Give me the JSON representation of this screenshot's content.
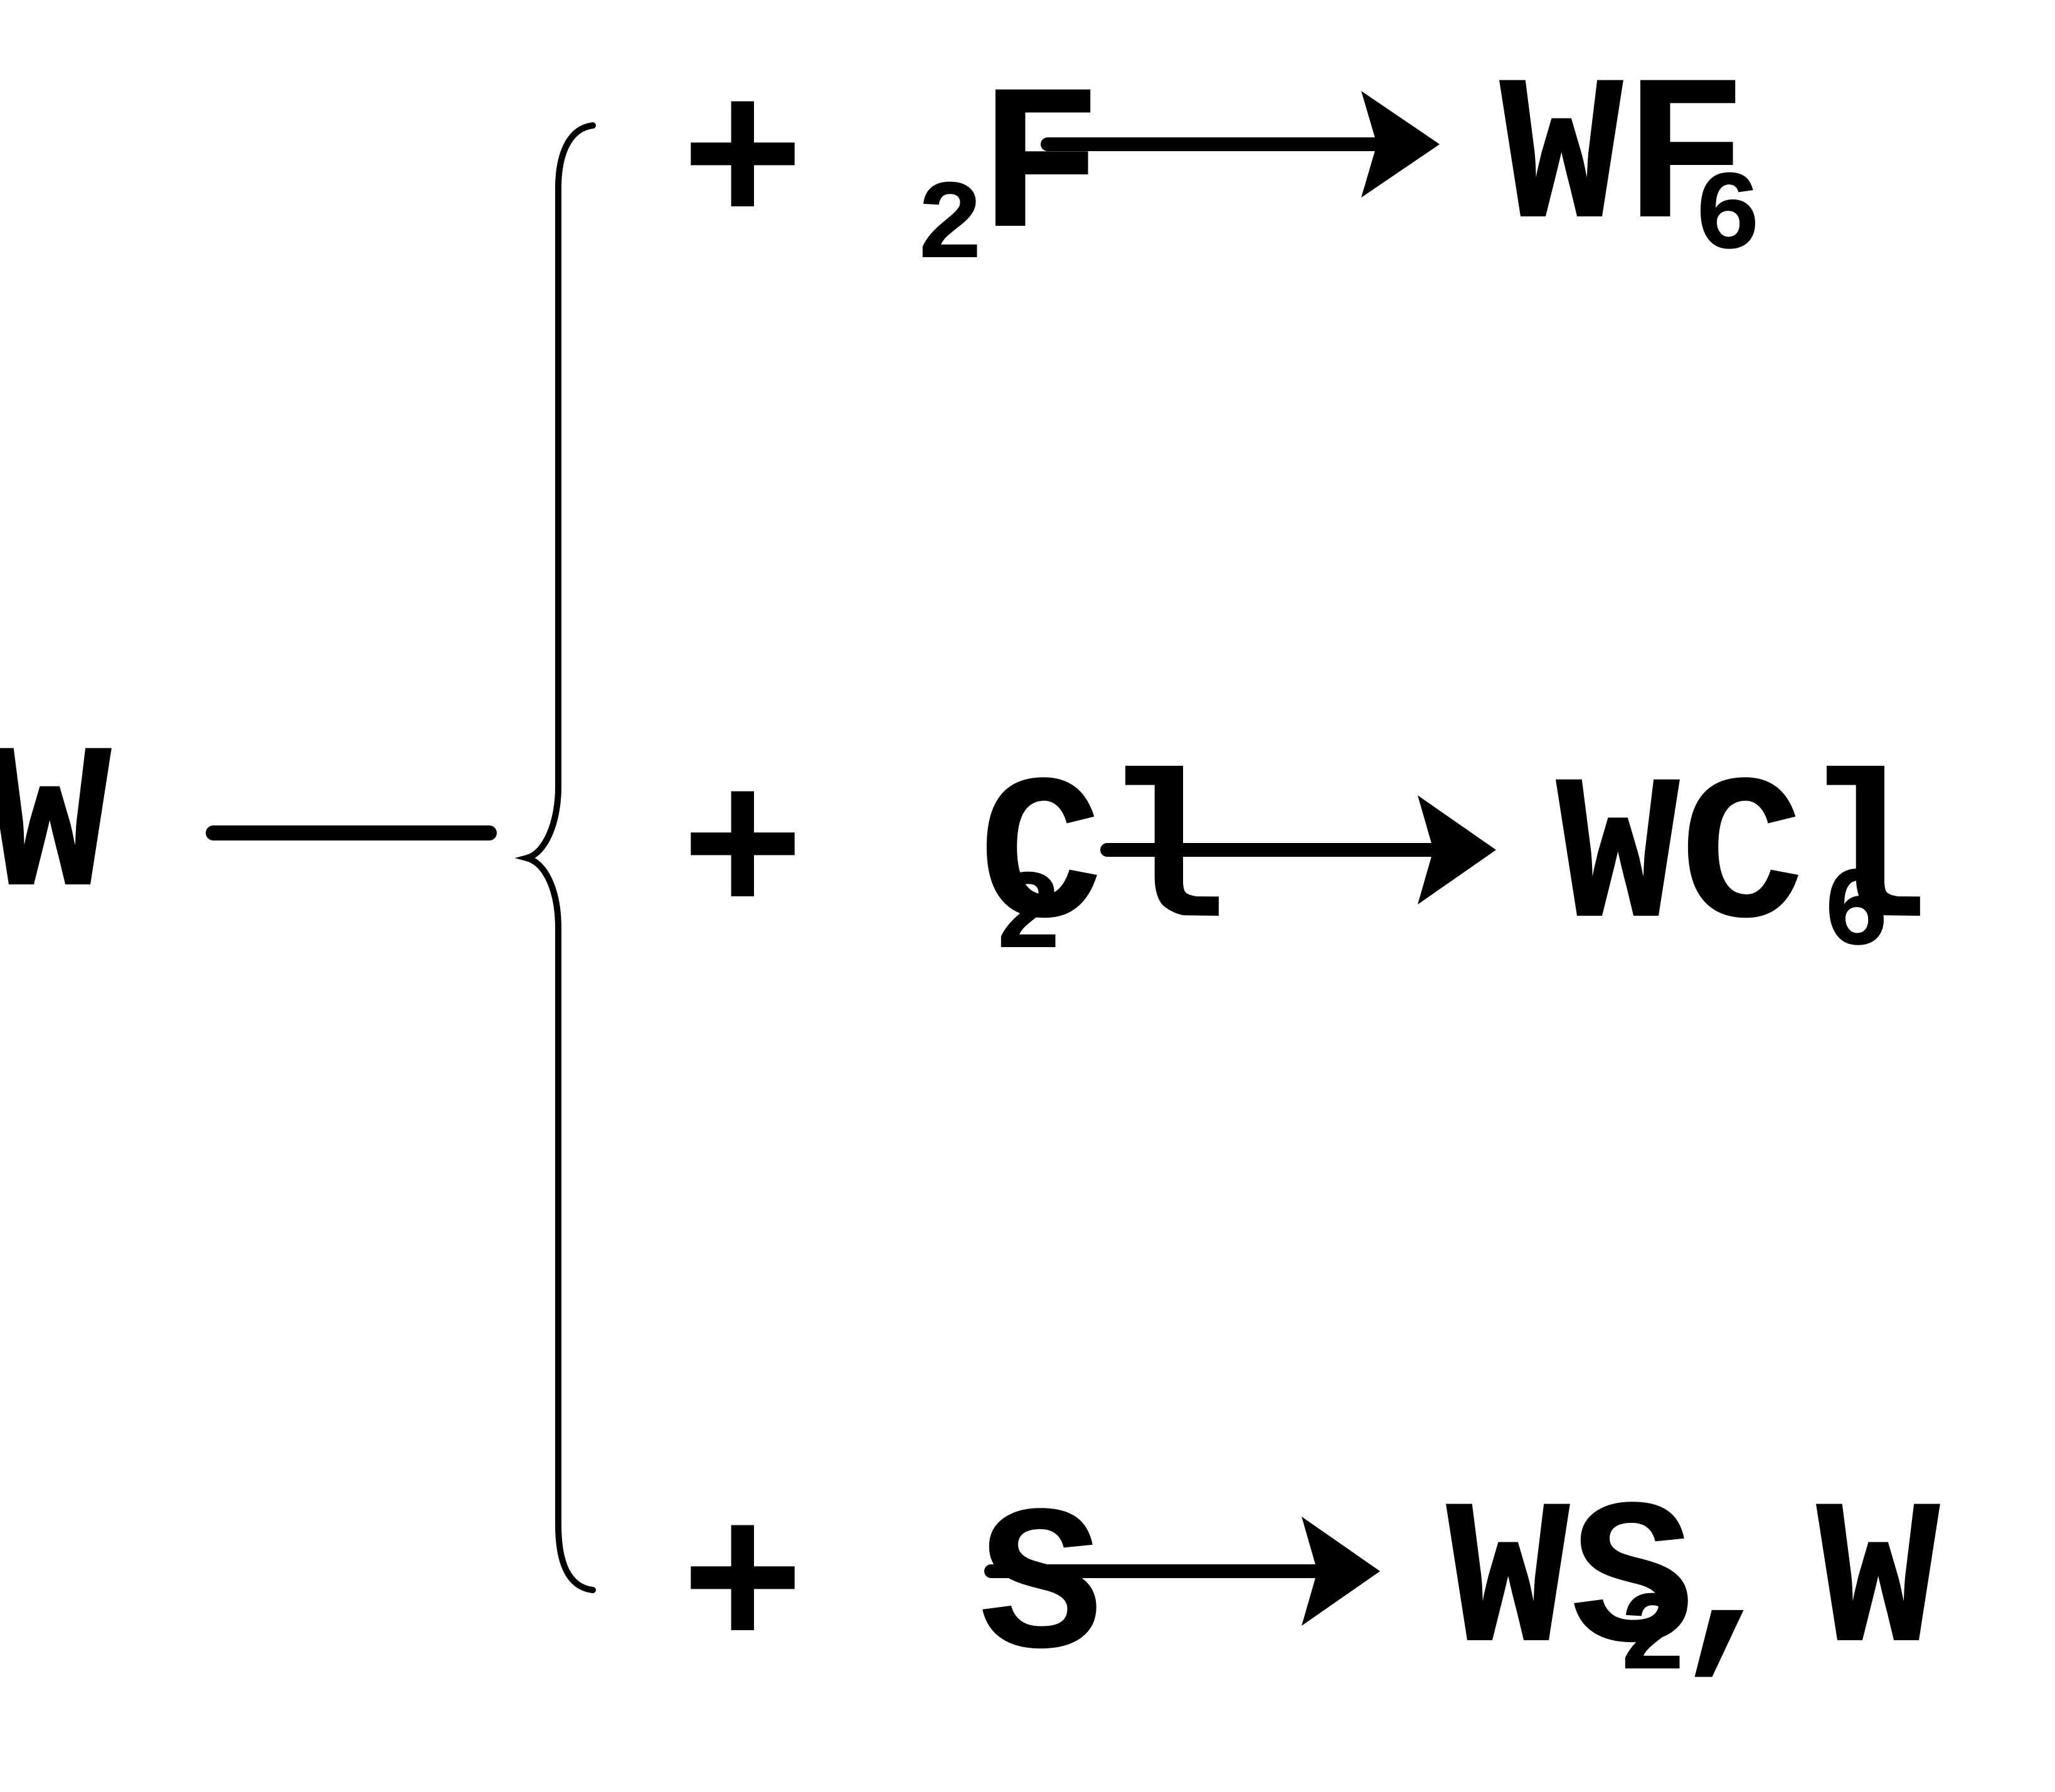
{
  "diagram": {
    "reactant": "W",
    "branches": [
      {
        "operator": "+",
        "reagent": {
          "coefficient": "2",
          "formula": "F"
        },
        "products": [
          {
            "formula": "WF",
            "subscript": "6"
          }
        ]
      },
      {
        "operator": "+",
        "reagent": {
          "coefficient": "2",
          "formula": "Cl"
        },
        "products": [
          {
            "formula": "WCl",
            "subscript": "6"
          }
        ]
      },
      {
        "operator": "+",
        "reagent": {
          "coefficient": "",
          "formula": "S"
        },
        "products": [
          {
            "formula": "WS",
            "subscript": "2"
          },
          {
            "separator": ",",
            "formula": "W",
            "subscript": ""
          }
        ]
      }
    ]
  },
  "colors": {
    "ink": "#000000",
    "background": "#ffffff"
  }
}
